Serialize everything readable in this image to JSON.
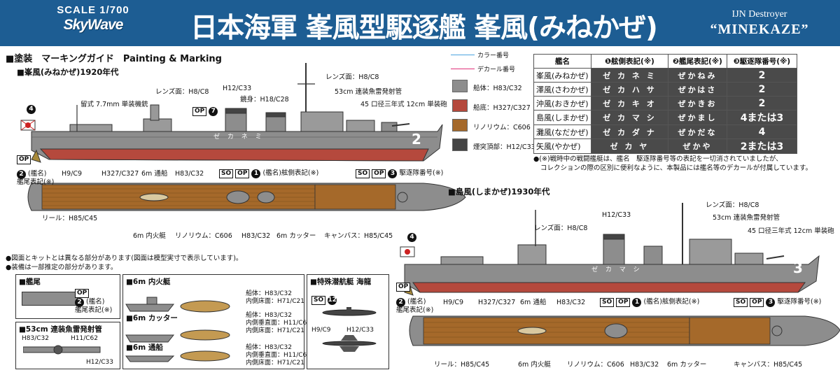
{
  "header": {
    "scale": "SCALE 1/700",
    "brand": "SkyWave",
    "title": "日本海軍 峯風型駆逐艦 峯風(みねかぜ)",
    "subtitle_en_1": "IJN Destroyer",
    "subtitle_en_2": "“MINEKAZE”"
  },
  "section_heading": "■塗装　マーキングガイド　Painting & Marking",
  "ship1": {
    "heading": "■峯風(みねかぜ)1920年代",
    "hull_text": "ゼ カ ネ ミ",
    "bow_number": "2",
    "labels": {
      "rangefinder": "レンズ面：H8/C8",
      "mg": "留式 7.7mm 単装機銃",
      "funnel": "H12/C33",
      "mast": "鏡身：H18/C28",
      "lens2": "レンズ面：H8/C8",
      "torpedo": "53cm 連装魚雷発射管",
      "gun": "45 口径三年式 12cm 単装砲",
      "prop": "H9/C9",
      "bottom": "H327/C327",
      "boat": "6m 通船",
      "hull": "H83/C32",
      "side_mark": "(艦名)舷側表記(※)",
      "div_mark": "駆逐隊番号(※)",
      "stern": "(艦名)\n艦尾表記(※)"
    },
    "deck_labels": {
      "reel": "リール：H85/C45",
      "launch": "6m 内火艇",
      "lino": "リノリウム：C606",
      "deck": "H83/C32",
      "cutter": "6m カッター",
      "canvas": "キャンバス：H85/C45"
    }
  },
  "legend": {
    "color_no": "カラー番号",
    "decal_no": "デカール番号",
    "items": [
      {
        "label": "船体：H83/C32",
        "color": "#8d8d8d"
      },
      {
        "label": "船底：H327/C327",
        "color": "#b5493d"
      },
      {
        "label": "リノリウム：C606",
        "color": "#a5692a"
      },
      {
        "label": "煙突頂部：H12/C33",
        "color": "#444444"
      }
    ]
  },
  "marking_table": {
    "headers": [
      "艦名",
      "❶舷側表記(※)",
      "❷艦尾表記(※)",
      "❸駆逐隊番号(※)"
    ],
    "rows": [
      {
        "name": "峯風(みねかぜ)",
        "side": "ゼ カ ネ ミ",
        "stern": "ぜかねみ",
        "div": "2"
      },
      {
        "name": "澤風(さわかぜ)",
        "side": "ゼ カ ハ サ",
        "stern": "ぜかはさ",
        "div": "2"
      },
      {
        "name": "沖風(おきかぜ)",
        "side": "ゼ カ キ オ",
        "stern": "ぜかきお",
        "div": "2"
      },
      {
        "name": "島風(しまかぜ)",
        "side": "ゼ カ マ シ",
        "stern": "ぜかまし",
        "div": "4または3"
      },
      {
        "name": "灘風(なだかぜ)",
        "side": "ゼ カ ダ ナ",
        "stern": "ぜかだな",
        "div": "4"
      },
      {
        "name": "矢風(やかぜ)",
        "side": "ゼ カ ヤ",
        "stern": "ぜかや",
        "div": "2または3"
      }
    ],
    "note1": "●(※)戦時中の戦闘艦艇は、艦名　駆逐隊番号等の表記を一切消されていましたが、",
    "note2": "コレクションの際の区別に便利なように、本製品には艦名等のデカールが付属しています。"
  },
  "notes": [
    "●図面とキットとは異なる部分があります(図面は模型実寸で表示しています)。",
    "●装備は一部推定の部分があります。"
  ],
  "boxes": {
    "stern": {
      "title": "■艦尾",
      "label": "(艦名)\n艦尾表記(※)"
    },
    "torpedo": {
      "title": "■53cm 連装魚雷発射管",
      "l1": "H83/C32",
      "l2": "H11/C62",
      "l3": "H12/C33"
    },
    "launch": {
      "title": "■6m 内火艇",
      "l1": "船体：H83/C32",
      "l2": "内側床面：H71/C21"
    },
    "cutter": {
      "title": "■6m カッター",
      "l1": "船体：H83/C32",
      "l2": "内側垂直面：H11/C62",
      "l3": "内側床面：H71/C21"
    },
    "boat": {
      "title": "■6m 通船",
      "l1": "船体：H83/C32",
      "l2": "内側垂直面：H11/C62",
      "l3": "内側床面：H71/C21"
    },
    "sub": {
      "title": "■特殊潜航艇 海龍",
      "l1": "H9/C9",
      "l2": "H12/C33"
    }
  },
  "ship2": {
    "heading": "■島風(しまかぜ)1930年代",
    "hull_text": "ゼ カ マ シ",
    "bow_number": "3",
    "labels": {
      "lens1": "レンズ面：H8/C8",
      "funnel": "H12/C33",
      "lens2": "レンズ面：H8/C8",
      "torpedo": "53cm 連装魚雷発射管",
      "gun": "45 口径三年式 12cm 単装砲",
      "prop": "H9/C9",
      "bottom": "H327/C327",
      "boat": "6m 通船",
      "hull": "H83/C32",
      "side_mark": "(艦名)舷側表記(※)",
      "div_mark": "駆逐隊番号(※)",
      "stern": "(艦名)\n艦尾表記(※)"
    },
    "deck_labels": {
      "reel": "リール：H85/C45",
      "launch": "6m 内火艇",
      "lino": "リノリウム：C606",
      "deck": "H83/C32",
      "cutter": "6m カッター",
      "canvas": "キャンバス：H85/C45"
    }
  },
  "icons": {
    "so": "SO",
    "op": "OP",
    "n1": "1",
    "n2": "2",
    "n3": "3",
    "n4": "4",
    "n7": "7",
    "n12": "12"
  }
}
